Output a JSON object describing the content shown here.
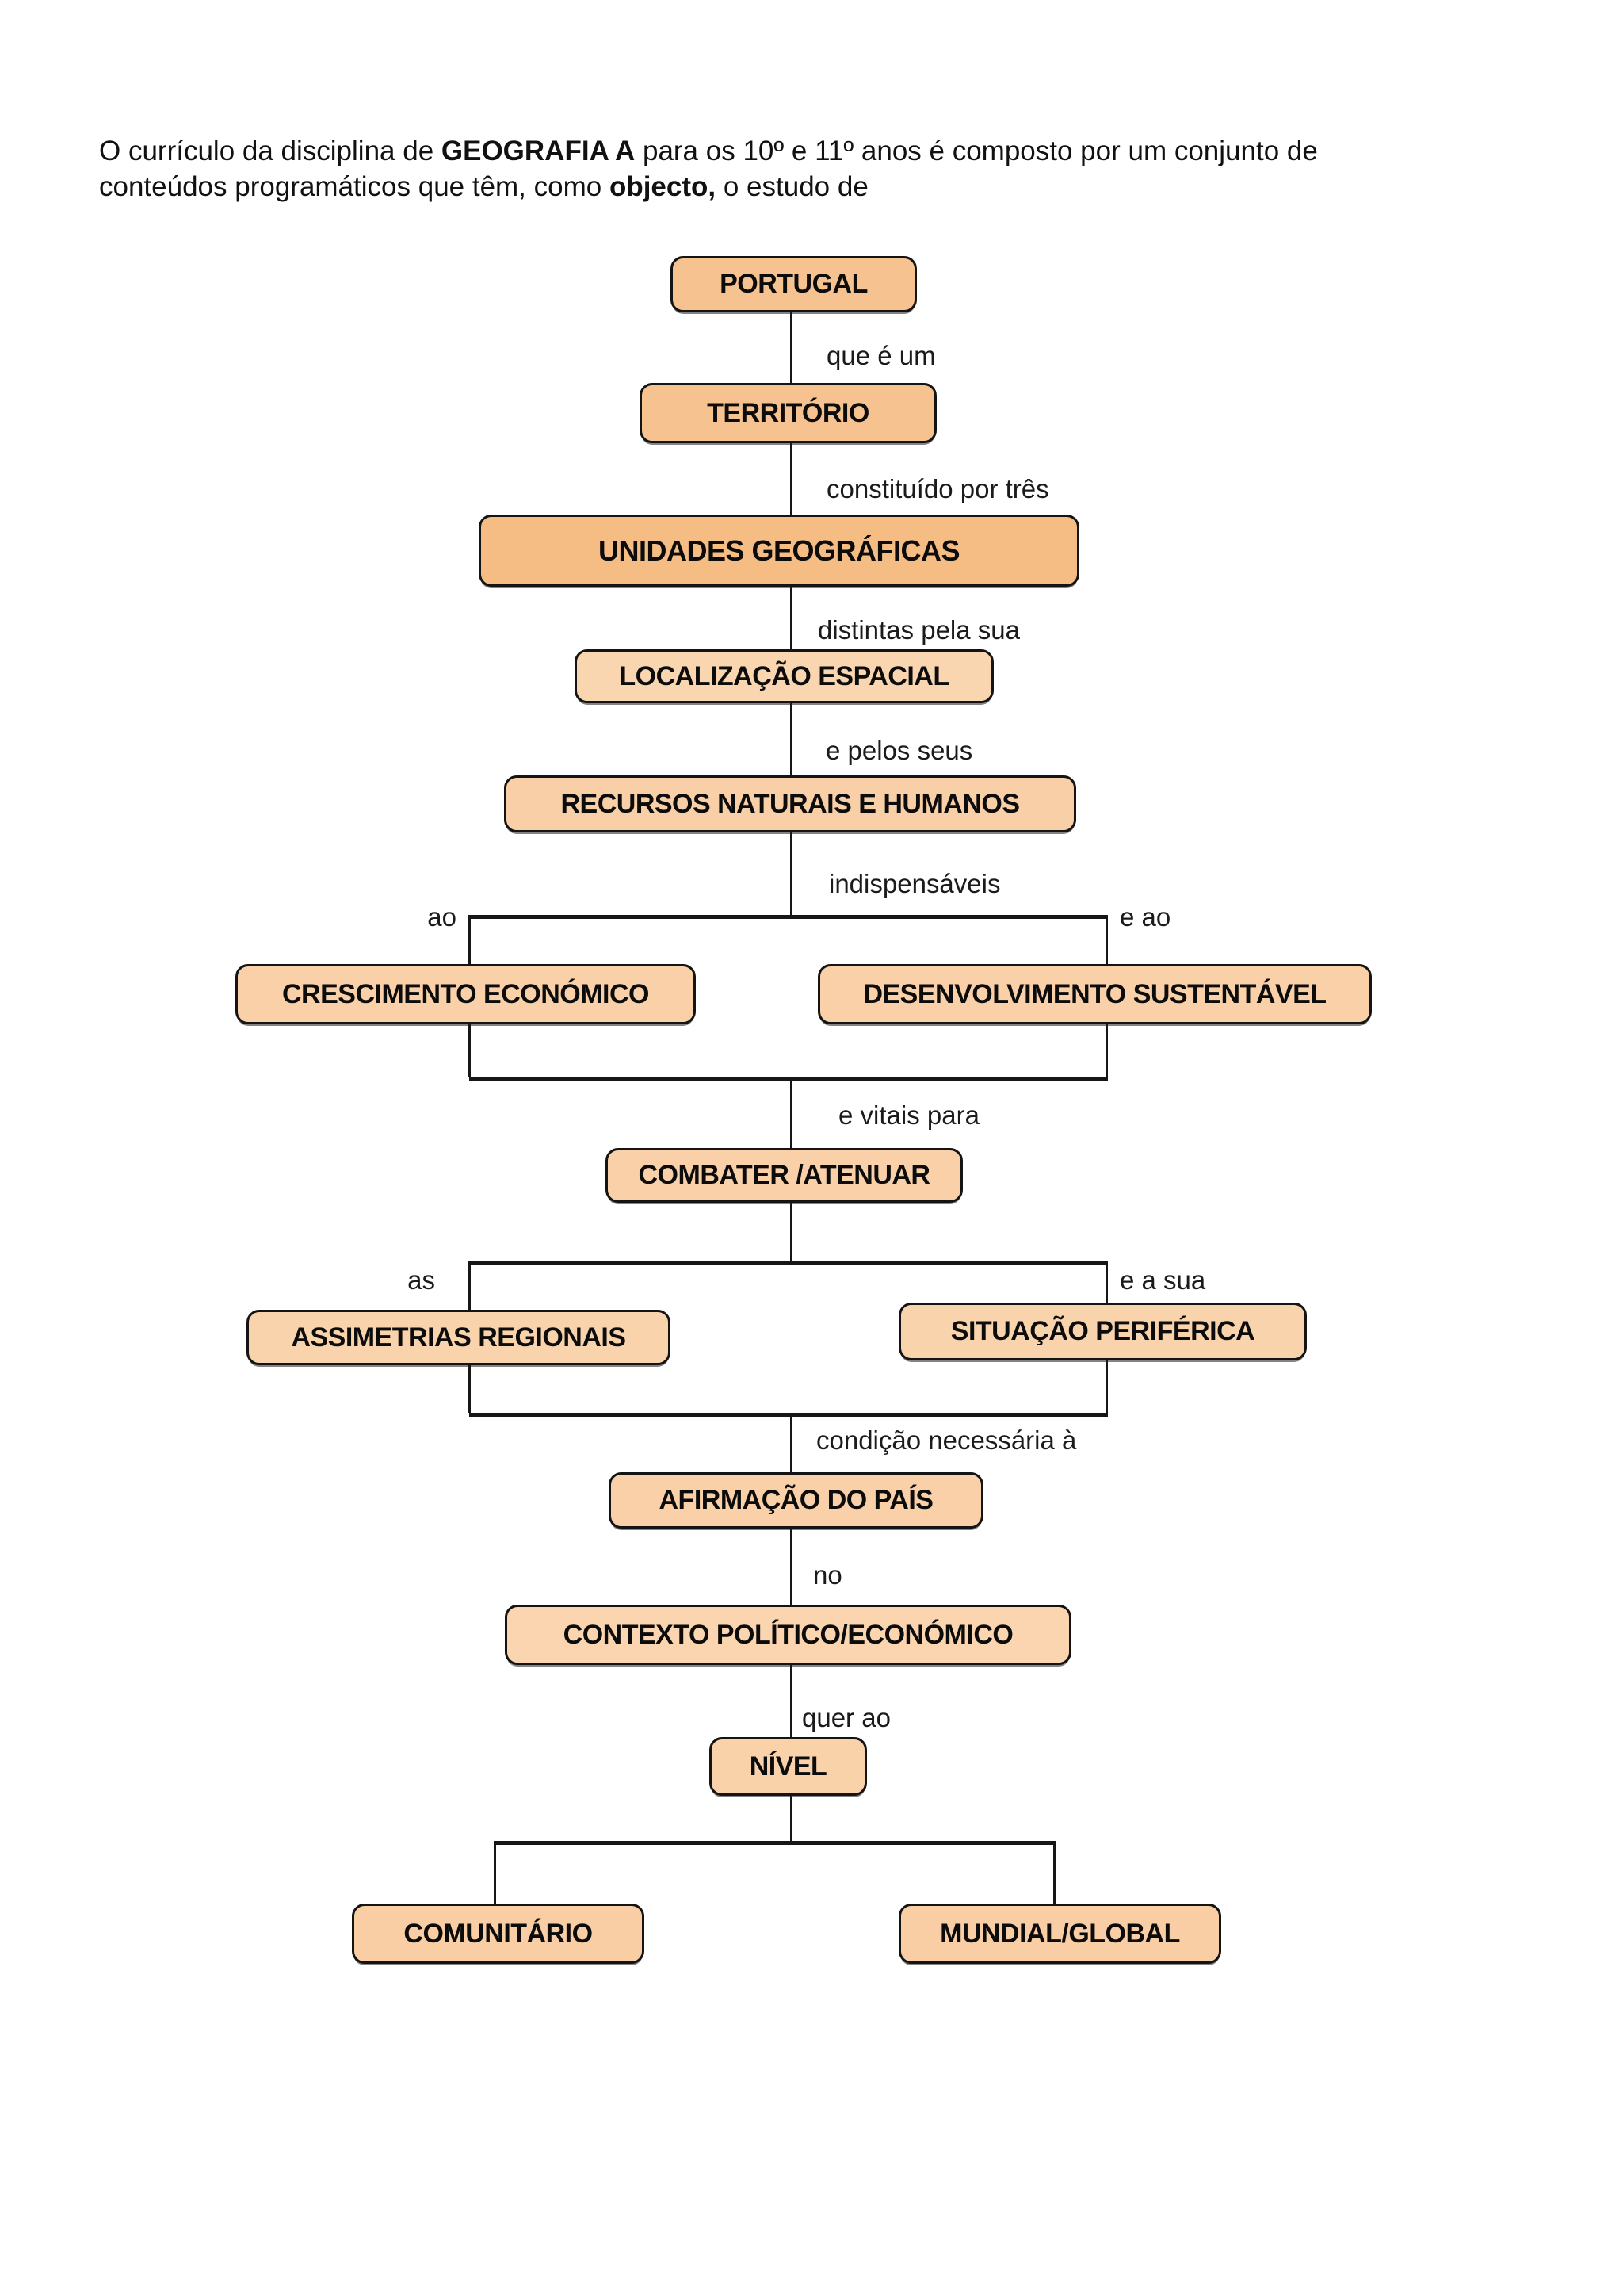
{
  "page": {
    "background": "#ffffff",
    "line_color": "#161616",
    "text_color": "#111111"
  },
  "intro": {
    "l1a": "O currículo da disciplina de ",
    "l1b": "GEOGRAFIA A",
    "l1c": " para os 10º e 11º anos é composto por um conjunto de",
    "l2a": "conteúdos programáticos que têm, como ",
    "l2b": "objecto,",
    "l2c": " o estudo de"
  },
  "palette": {
    "box_dark": "#F5BC84",
    "box_medium": "#F6C28F",
    "box_light": "#F9D0A8",
    "box_lighter": "#FAD6B0",
    "border": "#141414"
  },
  "nodes": {
    "portugal": {
      "label": "PORTUGAL",
      "fill": "#F6C28F"
    },
    "territorio": {
      "label": "TERRITÓRIO",
      "fill": "#F6C28F"
    },
    "unidades": {
      "label": "UNIDADES GEOGRÁFICAS",
      "fill": "#F5BC84"
    },
    "localizacao": {
      "label": "LOCALIZAÇÃO ESPACIAL",
      "fill": "#FAD6B0"
    },
    "recursos": {
      "label": "RECURSOS NATURAIS E HUMANOS",
      "fill": "#F9CFA7"
    },
    "crescimento": {
      "label": "CRESCIMENTO ECONÓMICO",
      "fill": "#F9D0A8"
    },
    "desenvolvimento": {
      "label": "DESENVOLVIMENTO SUSTENTÁVEL",
      "fill": "#F9D0A8"
    },
    "combater": {
      "label": "COMBATER /ATENUAR",
      "fill": "#F9D0A8"
    },
    "assimetrias": {
      "label": "ASSIMETRIAS REGIONAIS",
      "fill": "#F9D3AC"
    },
    "situacao": {
      "label": "SITUAÇÃO PERIFÉRICA",
      "fill": "#F9D3AC"
    },
    "afirmacao": {
      "label": "AFIRMAÇÃO DO PAÍS",
      "fill": "#F9D0A8"
    },
    "contexto": {
      "label": "CONTEXTO POLÍTICO/ECONÓMICO",
      "fill": "#FAD5AF"
    },
    "nivel": {
      "label": "NÍVEL",
      "fill": "#FAD2AA"
    },
    "comunitario": {
      "label": "COMUNITÁRIO",
      "fill": "#F9CEA5"
    },
    "mundial": {
      "label": "MUNDIAL/GLOBAL",
      "fill": "#F9CEA5"
    }
  },
  "labels": {
    "que_e_um": "que é um",
    "constituido": "constituído por três",
    "distintas": "distintas pela sua",
    "pelos_seus": "e pelos seus",
    "indispensaveis": "indispensáveis",
    "ao": "ao",
    "e_ao": "e ao",
    "e_vitais": "e vitais para",
    "as": "as",
    "e_a_sua": "e a sua",
    "condicao": "condição necessária à",
    "no": "no",
    "quer_ao": "quer ao"
  }
}
